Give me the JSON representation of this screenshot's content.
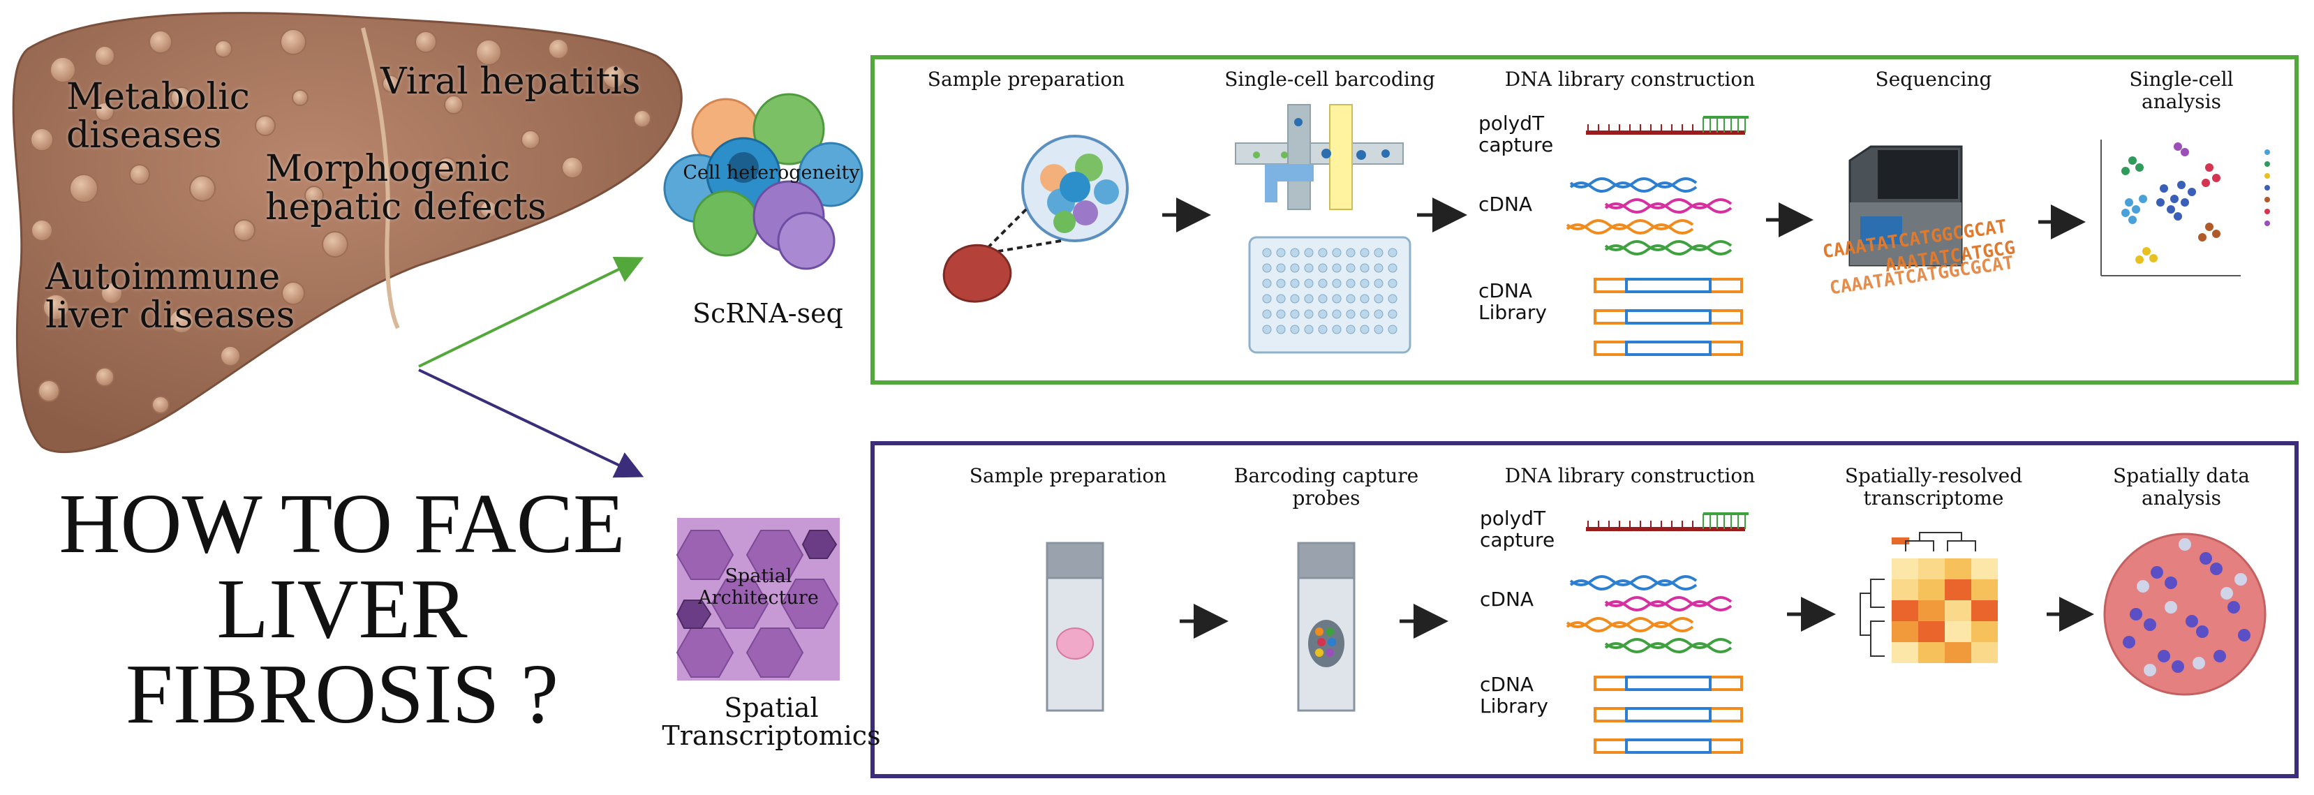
{
  "liver": {
    "labels": {
      "metabolic": "Metabolic\ndiseases",
      "viral": "Viral hepatitis",
      "morpho": "Morphogenic\nhepatic defects",
      "autoimmune": "Autoimmune\nliver diseases"
    }
  },
  "question": "HOW TO FACE\nLIVER\nFIBROSIS ?",
  "scrna": {
    "icon_label": "Cell heterogeneity",
    "title": "ScRNA-seq",
    "steps": {
      "s1": "Sample preparation",
      "s2": "Single-cell barcoding",
      "s3": "DNA library construction",
      "s4": "Sequencing",
      "s5": "Single-cell\nanalysis"
    },
    "dna": {
      "polydt": "polydT\ncapture",
      "cdna": "cDNA",
      "library": "cDNA\nLibrary"
    },
    "sequence_text": [
      "CAAATATCATGGCGCAT",
      "AAATATCATGCG",
      "CAAATATCATGGCGCAT"
    ]
  },
  "spatial": {
    "icon_label": "Spatial\nArchitecture",
    "title": "Spatial\nTranscriptomics",
    "steps": {
      "s1": "Sample preparation",
      "s2": "Barcoding capture\nprobes",
      "s3": "DNA library construction",
      "s4": "Spatially-resolved\ntranscriptome",
      "s5": "Spatially data\nanalysis"
    },
    "dna": {
      "polydt": "polydT\ncapture",
      "cdna": "cDNA",
      "library": "cDNA\nLibrary"
    }
  },
  "colors": {
    "green_box": "#52a83a",
    "purple_box": "#3b2d7a",
    "liver": "#a0705a",
    "arrow": "#222222"
  },
  "icons": [
    "liver-illustration",
    "cell-cluster-icon",
    "spatial-tissue-icon",
    "tube-icon",
    "well-plate-icon",
    "sequencer-icon",
    "tsne-plot-icon",
    "slide-icon",
    "heatmap-icon",
    "spot-map-icon"
  ]
}
